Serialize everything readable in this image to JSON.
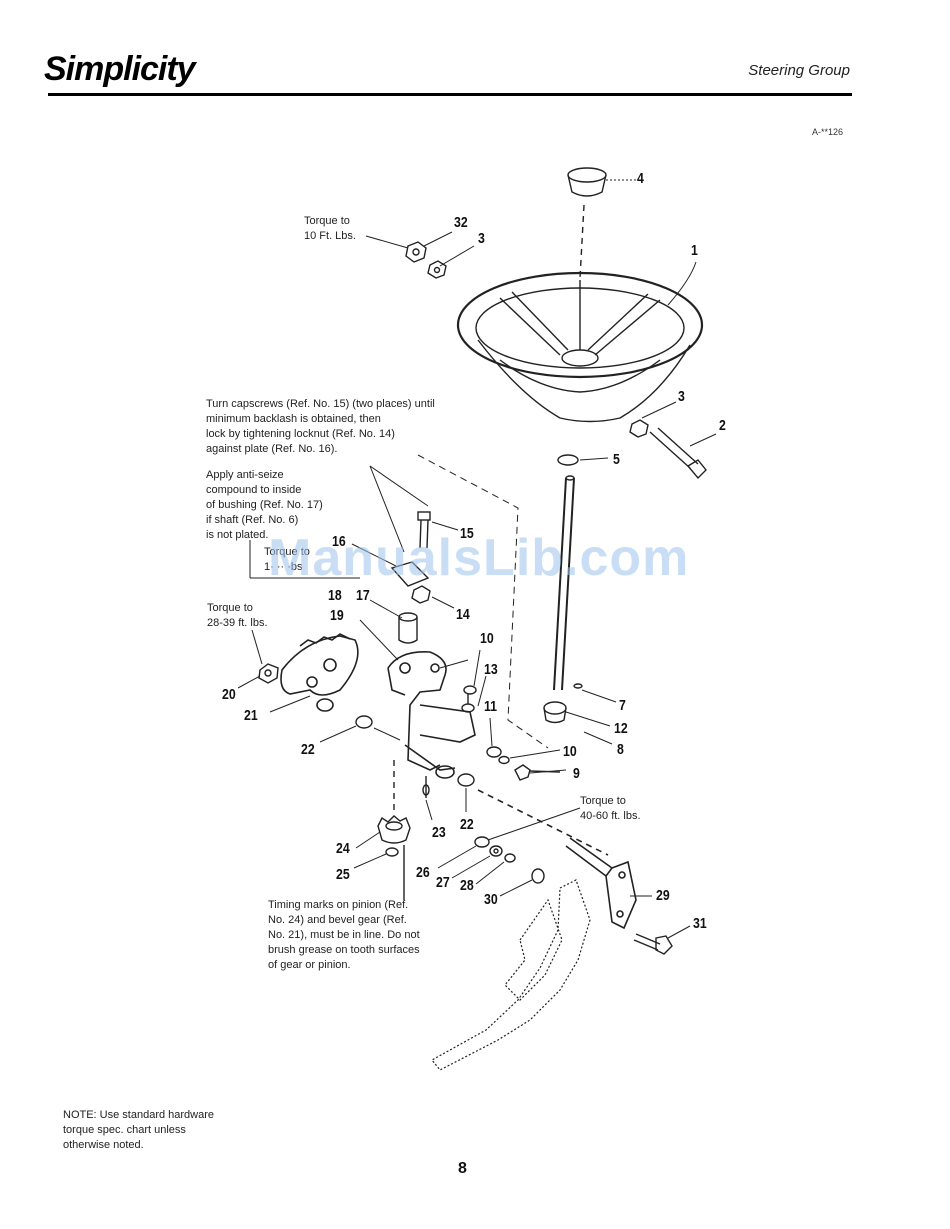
{
  "header": {
    "brand": "Simplicity",
    "section_title": "Steering Group",
    "figure_ref": "A-**126"
  },
  "notes": {
    "torque_10": "Torque to\n10 Ft. Lbs.",
    "capscrews": "Turn capscrews (Ref. No. 15) (two places) until\nminimum backlash is obtained, then\nlock by tightening locknut (Ref. No. 14)\nagainst plate (Ref. No. 16).",
    "anti_seize": "Apply anti-seize\ncompound to inside\nof bushing (Ref. No. 17)\nif shaft (Ref. No. 6)\nis not plated.",
    "torque_small": "Torque to\n1· ·· ·bs",
    "torque_28": "Torque to\n28-39 ft. lbs.",
    "torque_40": "Torque to\n40-60 ft. lbs.",
    "timing": "Timing marks on pinion (Ref.\nNo. 24) and bevel gear (Ref.\nNo. 21), must be in line. Do not\nbrush grease on tooth surfaces\nof gear or pinion.",
    "hardware": "NOTE: Use standard hardware\ntorque spec. chart unless\notherwise noted."
  },
  "callouts": {
    "n1": "1",
    "n2": "2",
    "n3a": "3",
    "n3b": "3",
    "n4": "4",
    "n5": "5",
    "n7": "7",
    "n8": "8",
    "n9": "9",
    "n10a": "10",
    "n10b": "10",
    "n11": "11",
    "n12": "12",
    "n13": "13",
    "n14": "14",
    "n15": "15",
    "n16": "16",
    "n17": "17",
    "n18": "18",
    "n19": "19",
    "n20": "20",
    "n21": "21",
    "n22a": "22",
    "n22b": "22",
    "n23": "23",
    "n24": "24",
    "n25": "25",
    "n26": "26",
    "n27": "27",
    "n28": "28",
    "n29": "29",
    "n30": "30",
    "n31": "31",
    "n32": "32"
  },
  "watermark": "ManualsLib.com",
  "page_number": "8"
}
